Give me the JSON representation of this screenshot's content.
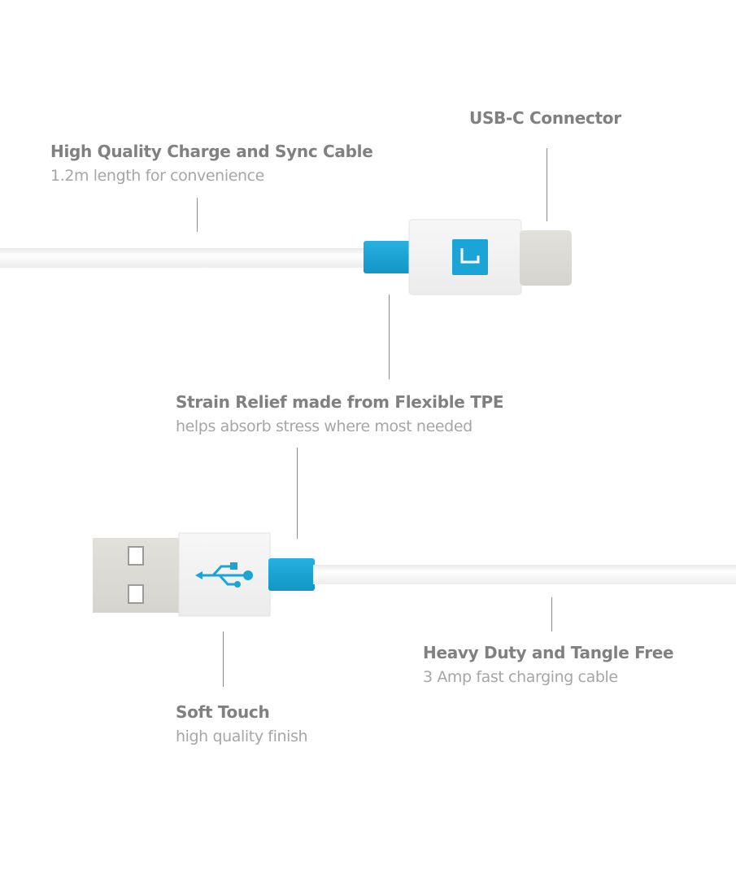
{
  "callouts": {
    "cable": {
      "title": "High Quality Charge and Sync Cable",
      "subtitle": "1.2m length for convenience"
    },
    "usb_c": {
      "title": "USB-C Connector"
    },
    "strain_relief": {
      "title": "Strain Relief made from Flexible TPE",
      "subtitle": "helps absorb stress where most needed"
    },
    "heavy_duty": {
      "title": "Heavy Duty and Tangle Free",
      "subtitle": "3 Amp fast charging cable"
    },
    "soft_touch": {
      "title": "Soft Touch",
      "subtitle": "high quality finish"
    }
  },
  "colors": {
    "accent": "#1aa5d6",
    "metal": "#dcdad4",
    "housing": "#f3f3f3",
    "cable": "#f5f5f5",
    "title_text": "#808080",
    "subtitle_text": "#a6a6a6"
  },
  "icons": {
    "brand_logo": "brand-logo-icon",
    "usb_symbol": "usb-symbol-icon"
  }
}
